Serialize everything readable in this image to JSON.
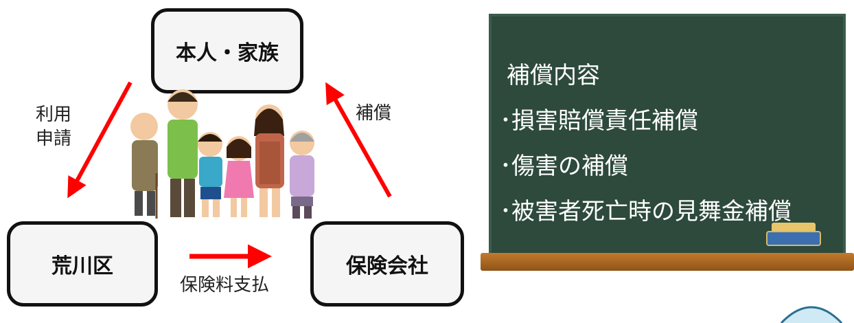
{
  "diagram": {
    "nodes": {
      "family": "本人・家族",
      "ward": "荒川区",
      "insurer": "保険会社"
    },
    "edges": {
      "apply_line1": "利用",
      "apply_line2": "申請",
      "compensation": "補償",
      "premium": "保険料支払"
    },
    "arrow_color": "#ff0000"
  },
  "blackboard": {
    "title": "補償内容",
    "items": [
      "･損害賠償責任補償",
      "･傷害の補償",
      "･被害者死亡時の見舞金補償"
    ]
  }
}
